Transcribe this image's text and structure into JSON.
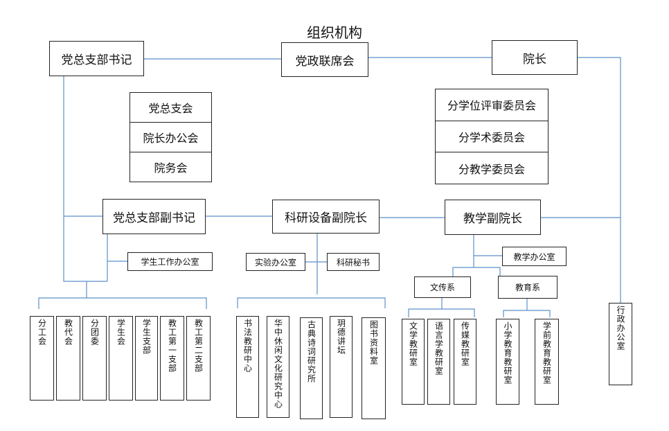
{
  "title": "组织机构",
  "line_color": "#5b8fc9",
  "nodes": {
    "party_secretary": "党总支部书记",
    "joint_meeting": "党政联席会",
    "dean": "院长",
    "party_deputy": "党总支部副书记",
    "research_vice_dean": "科研设备副院长",
    "teaching_vice_dean": "教学副院长",
    "student_office": "学生工作办公室",
    "lab_office": "实验办公室",
    "research_secretary": "科研秘书",
    "teaching_office": "教学办公室",
    "dept_wenchuan": "文传系",
    "dept_education": "教育系",
    "admin_office": "行政办公室"
  },
  "councils_left": [
    "党总支会",
    "院长办公会",
    "院务会"
  ],
  "councils_right": [
    "分学位评审委员会",
    "分学术委员会",
    "分教学委员会"
  ],
  "party_units": [
    "分工会",
    "教代会",
    "分团委",
    "学生会",
    "学生支部",
    "教工第一支部",
    "教工第二支部"
  ],
  "research_units": [
    "书法教研中心",
    "华中休闲文化研究中心",
    "古典诗词研究所",
    "玥德讲坛",
    "图书资料室"
  ],
  "wenchuan_units": [
    "文学教研室",
    "语言学教研室",
    "传媒教研室"
  ],
  "education_units": [
    "小学教育教研室",
    "学前教育教研室"
  ]
}
